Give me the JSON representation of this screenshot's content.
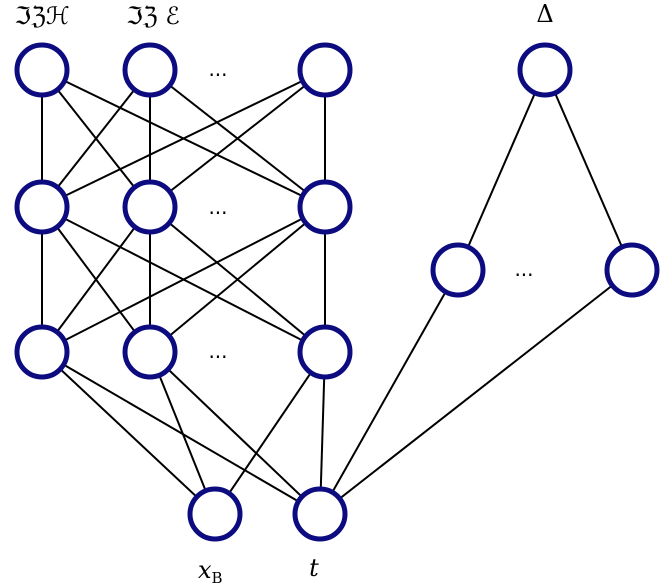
{
  "labels": {
    "im_h": "ℑℨℋ",
    "im_e": "ℑℨ ℰ",
    "delta": "Δ",
    "x_b_main": "x",
    "x_b_sub": "B",
    "t": "t",
    "ellipsis": "..."
  },
  "colors": {
    "node_stroke": "#0c0c80",
    "edge": "#000000"
  }
}
